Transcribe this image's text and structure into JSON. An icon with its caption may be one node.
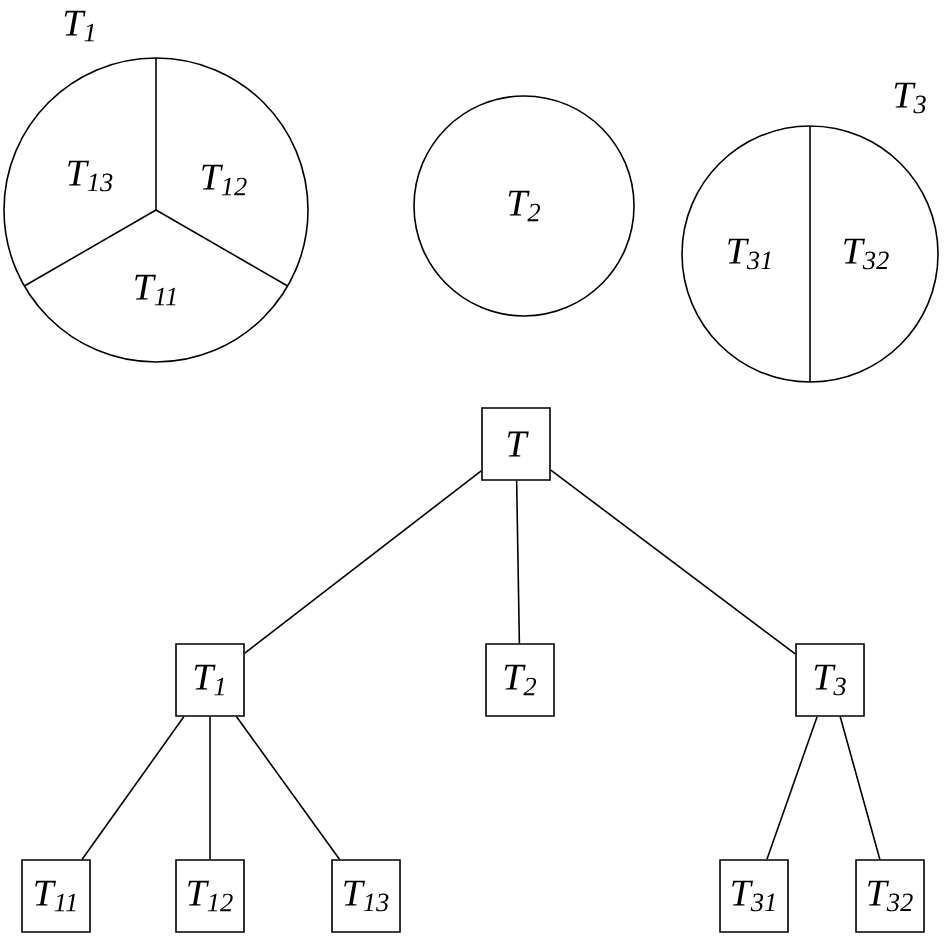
{
  "diagram": {
    "nodes": [
      {
        "text": [
          "T$_{1}$",
          "T$_{13}$",
          "T$_{12}$",
          "T$_{11}$"
        ]
      },
      {
        "text": [
          "T$_{2}$"
        ]
      },
      {
        "text": [
          "T$_{3}$",
          "T$_{31}$",
          "T$_{32}$"
        ]
      },
      {
        "text": [
          "T"
        ]
      },
      {
        "text": [
          "T$_{1}$"
        ]
      },
      {
        "text": [
          "T$_{2}$"
        ]
      },
      {
        "text": [
          "T$_{3}$"
        ]
      },
      {
        "text": [
          "T$_{11}$"
        ]
      },
      {
        "text": [
          "T$_{12}$"
        ]
      },
      {
        "text": [
          "T$_{13}$"
        ]
      },
      {
        "text": [
          "T$_{31}$"
        ]
      },
      {
        "text": [
          "T$_{32}$"
        ]
      }
    ],
    "edges": [
      {
        "from": 3,
        "to": 4,
        "arrow": "none"
      },
      {
        "from": 3,
        "to": 5,
        "arrow": "none"
      },
      {
        "from": 3,
        "to": 6,
        "arrow": "none"
      },
      {
        "from": 4,
        "to": 7,
        "arrow": "none"
      },
      {
        "from": 4,
        "to": 8,
        "arrow": "none"
      },
      {
        "from": 4,
        "to": 9,
        "arrow": "none"
      },
      {
        "from": 6,
        "to": 10,
        "arrow": "none"
      },
      {
        "from": 6,
        "to": 11,
        "arrow": "none"
      }
    ]
  }
}
